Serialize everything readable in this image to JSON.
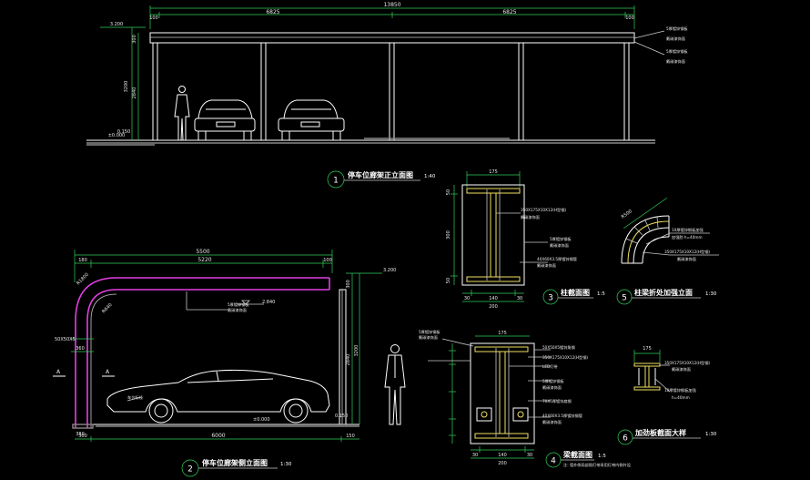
{
  "elevation_front": {
    "dim_total": "13850",
    "dim_bay_left": "6825",
    "dim_bay_right": "6825",
    "dim_end_left": "100",
    "dim_end_right": "100",
    "level_top": "3.200",
    "level_ground": "±0.000",
    "level_plinth": "0.150",
    "dim_v_beam": "300",
    "dim_v_mid": "3200",
    "dim_v_col": "2840",
    "notes": [
      "5厚镀锌钢板",
      "氟碳漆饰面",
      "5厚镀锌钢板",
      "氟碳漆饰面"
    ]
  },
  "elevation_side": {
    "dim_total": "5500",
    "dim_left": "180",
    "dim_span": "5220",
    "dim_right": "100",
    "dim_base_total": "6000",
    "dim_base_left": "300",
    "dim_base_right": "150",
    "level_top": "3.200",
    "level_mid": "2.840",
    "level_ground": "±0.000",
    "level_plinth": "0.150",
    "dim_radius_outer": "R1800",
    "dim_radius_inner": "R640",
    "dim_col_a": "380",
    "dim_col_b": "360",
    "dim_col_code": "50X50X5",
    "dim_v_beam": "300",
    "dim_v_col": "2840",
    "dim_v_total": "3200",
    "section_mark": "A",
    "notes": [
      "5厚镀锌钢板",
      "氟碳漆饰面",
      "车位标线"
    ]
  },
  "detail3": {
    "dim_top": "175",
    "dim_left_a": "50",
    "dim_left_b": "300",
    "dim_left_c": "50",
    "dim_bottom_a": "30",
    "dim_bottom_b": "140",
    "dim_bottom_c": "30",
    "dim_bottom_total": "200",
    "notes": [
      "350X175X10X12(H型钢)",
      "氟碳漆饰面",
      "5厚镀锌钢板",
      "氟碳漆饰面",
      "40X60X3.5厚镀锌钢管",
      "氟碳漆饰面"
    ]
  },
  "detail4": {
    "dim_top": "175",
    "dim_bottom_a": "30",
    "dim_bottom_b": "140",
    "dim_bottom_c": "30",
    "dim_bottom_total": "200",
    "notes": [
      "5厚镀锌钢板",
      "氟碳漆饰面",
      "50X50X5镀锌角钢",
      "350X175X10X12(H型钢)",
      "LED灯带",
      "5厚镀锌钢板",
      "氟碳漆饰面",
      "70X5厚镀锌扁钢",
      "40X60X3.5厚镀锌钢管",
      "氟碳漆饰面"
    ],
    "footnote": "注: 墙外侧局部照灯带采用灯带内侧外设"
  },
  "detail5": {
    "dim_radius": "R500",
    "notes": [
      "10厚镀锌钢板加强",
      "加强肋 h=40mm",
      "350X175X10X12(H型钢)",
      "氟碳漆饰面"
    ]
  },
  "detail6": {
    "dim_top": "175",
    "notes": [
      "350X175X10X12(H型钢)",
      "氟碳漆饰面",
      "10厚镀锌钢板加强",
      "h=40mm"
    ]
  },
  "titles": [
    {
      "num": "1",
      "text": "停车位廊架正立面图",
      "scale": "1:40"
    },
    {
      "num": "2",
      "text": "停车位廊架侧立面图",
      "scale": "1:30"
    },
    {
      "num": "3",
      "text": "柱截面图",
      "scale": "1:5"
    },
    {
      "num": "4",
      "text": "梁截面图",
      "scale": "1:5"
    },
    {
      "num": "5",
      "text": "柱梁折处加强立面",
      "scale": "1:30"
    },
    {
      "num": "6",
      "text": "加劲板截面大样",
      "scale": "1:30"
    }
  ]
}
